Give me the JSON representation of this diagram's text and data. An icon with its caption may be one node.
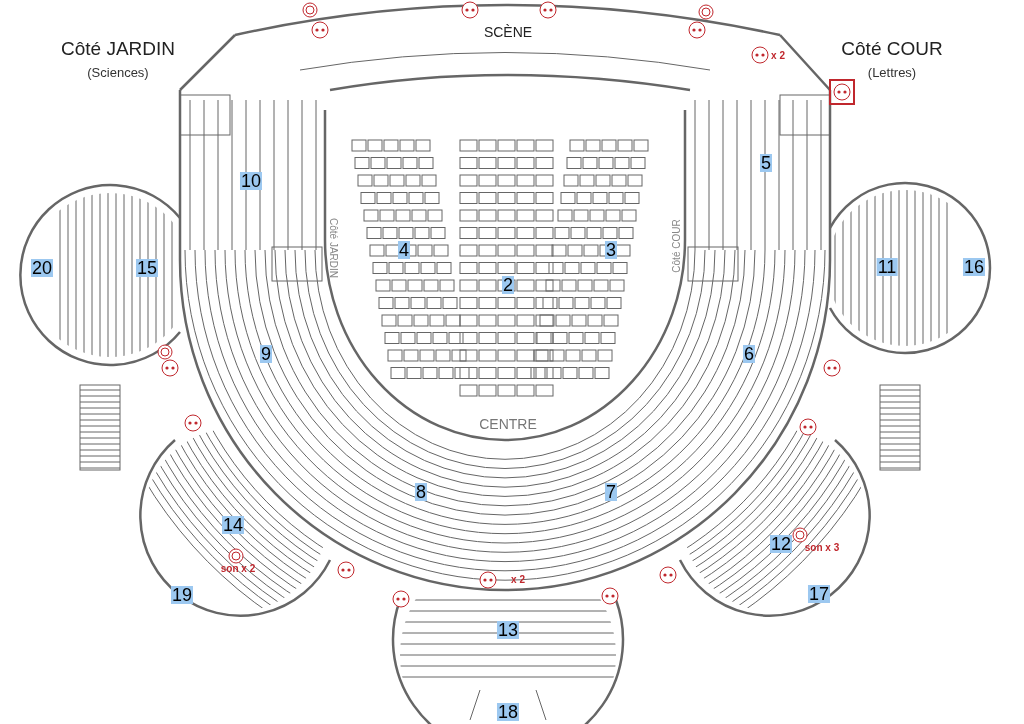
{
  "diagram": {
    "labels": [
      "Côté JARDIN",
      "(Sciences)",
      "SCÈNE",
      "x 2",
      "Côté COUR",
      "(Lettres)",
      "10",
      "5",
      "Côté JARDIN",
      "4",
      "Côté COUR",
      "3",
      "20",
      "15",
      "2",
      "11",
      "16",
      "9",
      "6",
      "CENTRE",
      "8",
      "7",
      "14",
      "12",
      "son x 3",
      "son x 2",
      "x 2",
      "19",
      "17",
      "13",
      "18"
    ]
  }
}
